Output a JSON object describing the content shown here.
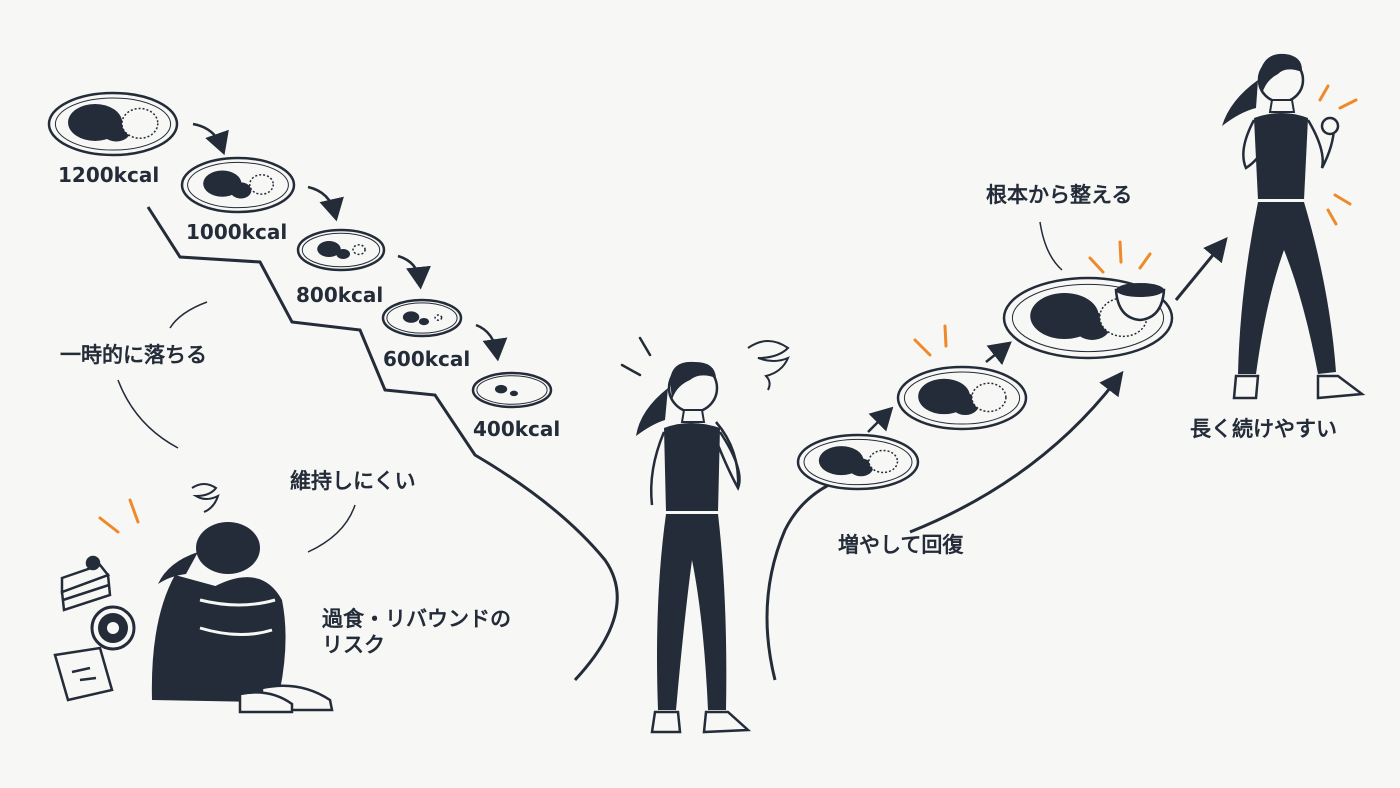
{
  "colors": {
    "ink": "#232c38",
    "accent": "#ee8a2a",
    "background": "#f7f7f5"
  },
  "diet_steps": [
    {
      "kcal": "1200kcal",
      "portion": 1.0
    },
    {
      "kcal": "1000kcal",
      "portion": 0.75
    },
    {
      "kcal": "800kcal",
      "portion": 0.5
    },
    {
      "kcal": "600kcal",
      "portion": 0.3
    },
    {
      "kcal": "400kcal",
      "portion": 0.15
    }
  ],
  "labels": {
    "temporary_drop": "一時的に落ちる",
    "hard_to_maintain": "維持しにくい",
    "rebound_risk_line1": "過食・リバウンドの",
    "rebound_risk_line2": "リスク",
    "recover_by_increasing": "増やして回復",
    "fix_from_root": "根本から整える",
    "easy_to_continue": "長く続けやすい"
  },
  "icons": {
    "cake": "cake-slice-icon",
    "donut": "donut-icon",
    "snack": "snack-bag-icon",
    "stress": "stress-swirl-icon",
    "soup": "soup-bowl-icon",
    "arrow": "arrow-icon"
  }
}
